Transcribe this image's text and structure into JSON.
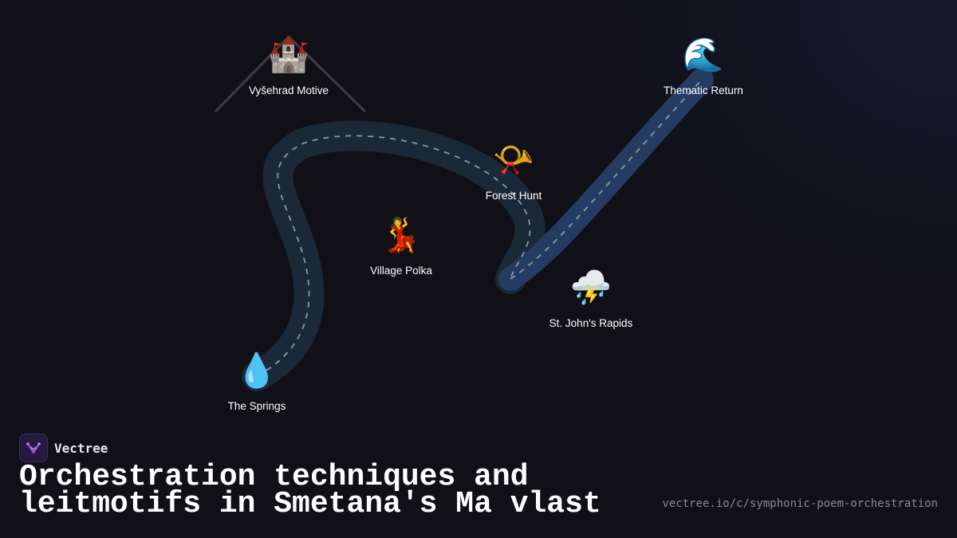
{
  "colors": {
    "background": "#111016",
    "road": "#1b2838",
    "road_highlight": "#243c62",
    "dash": "#8c98a8",
    "brand_accent": "#a855f7"
  },
  "stops": [
    {
      "emoji": "💧",
      "label": "The Springs"
    },
    {
      "emoji": "🏰",
      "label": "Vyšehrad Motive"
    },
    {
      "emoji": "💃",
      "label": "Village Polka"
    },
    {
      "emoji": "📯",
      "label": "Forest Hunt"
    },
    {
      "emoji": "⛈️",
      "label": "St. John's Rapids"
    },
    {
      "emoji": "🌊",
      "label": "Thematic Return"
    }
  ],
  "brand": {
    "name": "Vectree",
    "icon": "vectree-logo-icon"
  },
  "title": "Orchestration techniques and leitmotifs in Smetana's Ma vlast",
  "url": "vectree.io/c/symphonic-poem-orchestration"
}
